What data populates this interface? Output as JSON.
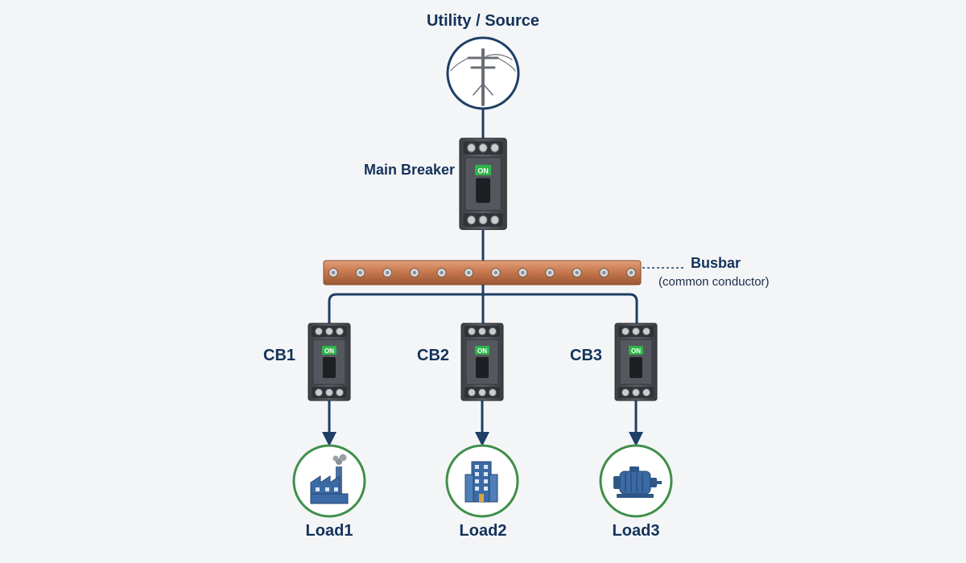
{
  "source": {
    "label": "Utility / Source",
    "icon": "utility-pole-icon"
  },
  "main_breaker": {
    "label": "Main Breaker",
    "switch_text": "ON"
  },
  "busbar": {
    "label": "Busbar",
    "sublabel": "(common conductor)"
  },
  "branches": [
    {
      "breaker": "CB1",
      "switch_text": "ON",
      "load": "Load1",
      "load_icon": "factory-icon"
    },
    {
      "breaker": "CB2",
      "switch_text": "ON",
      "load": "Load2",
      "load_icon": "building-icon"
    },
    {
      "breaker": "CB3",
      "switch_text": "ON",
      "load": "Load3",
      "load_icon": "motor-icon"
    }
  ],
  "colors": {
    "line": "#1e3f66",
    "source_ring": "#1e3f66",
    "load_ring": "#3f8f4a",
    "breaker_body": "#4a4d52",
    "switch_on": "#2db54a",
    "busbar": "#c8794f"
  }
}
